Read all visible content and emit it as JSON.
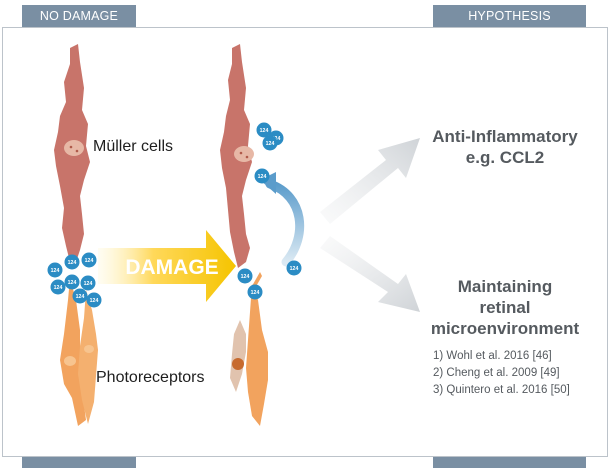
{
  "tabs": {
    "no_damage": "NO DAMAGE",
    "hypothesis": "HYPOTHESIS"
  },
  "labels": {
    "muller_cells": "Müller cells",
    "photoreceptors": "Photoreceptors",
    "damage": "DAMAGE",
    "marker": "124"
  },
  "hypothesis": {
    "anti_inflammatory": [
      "Anti-Inflammatory",
      "e.g. CCL2"
    ],
    "maintaining": [
      "Maintaining",
      "retinal",
      "microenvironment"
    ]
  },
  "references": [
    "1) Wohl et al. 2016 [46]",
    "2) Cheng et al. 2009 [49]",
    "3) Quintero et al. 2016 [50]"
  ],
  "colors": {
    "muller": "#c8746a",
    "photoreceptor": "#f2a35e",
    "marker": "#2b8cc4",
    "damage_arrow": "#f5c400",
    "tab": "#7a8fa3"
  }
}
